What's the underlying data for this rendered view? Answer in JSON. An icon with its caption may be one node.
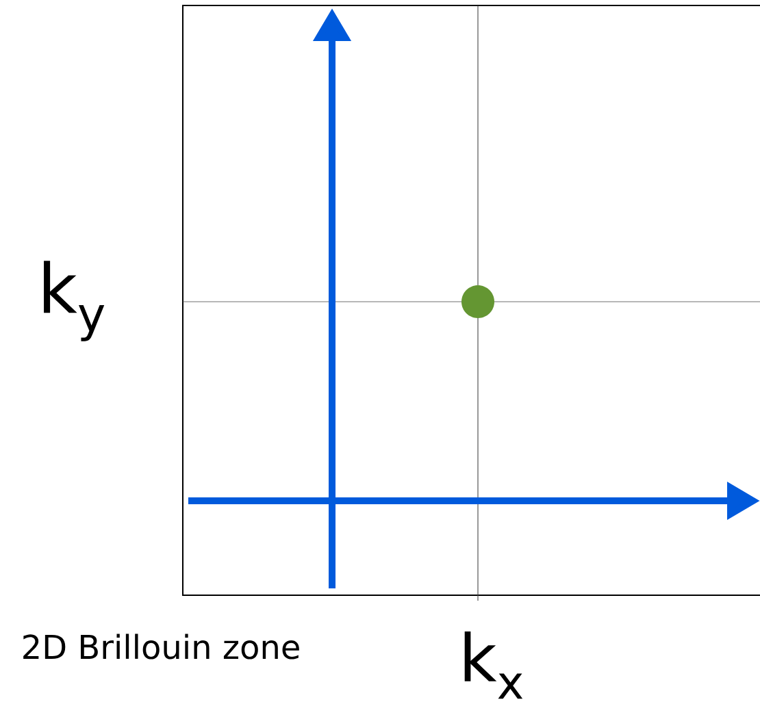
{
  "diagram": {
    "labels": [
      "k$_{y}$",
      "2D Brillouin zone",
      "k$_{x}$"
    ]
  }
}
